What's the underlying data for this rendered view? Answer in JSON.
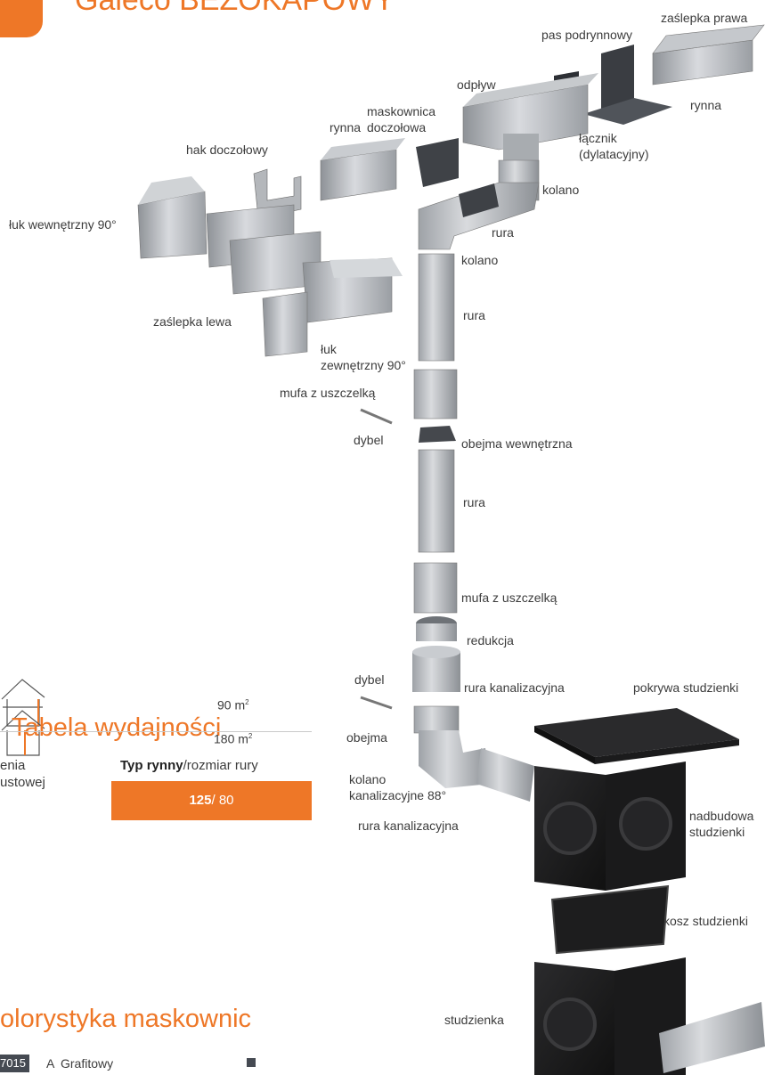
{
  "header": {
    "title": "Galeco BEZOKAPOWY"
  },
  "labels": {
    "zaslepka_prawa": "zaślepka prawa",
    "pas_podrynnowy": "pas podrynnowy",
    "rynna_right": "rynna",
    "odplyw": "odpływ",
    "lacznik_1": "łącznik",
    "lacznik_2": "(dylatacyjny)",
    "maskownica_1": "maskownica",
    "maskownica_2": "doczołowa",
    "rynna_mid": "rynna",
    "hak": "hak doczołowy",
    "kolano_top": "kolano",
    "luk_wewn": "łuk wewnętrzny 90°",
    "rura_1": "rura",
    "kolano_2": "kolano",
    "rura_2": "rura",
    "zaslepka_lewa": "zaślepka lewa",
    "luk_zewn_1": "łuk",
    "luk_zewn_2": "zewnętrzny 90°",
    "mufa_1": "mufa z uszczelką",
    "dybel_1": "dybel",
    "obejma_wewn": "obejma wewnętrzna",
    "rura_3": "rura",
    "mufa_2": "mufa z uszczelką",
    "redukcja": "redukcja",
    "dybel_2": "dybel",
    "rura_kan_1": "rura kanalizacyjna",
    "pokrywa": "pokrywa studzienki",
    "obejma": "obejma",
    "kolano_kan_1": "kolano",
    "kolano_kan_2": "kanalizacyjne 88°",
    "rura_kan_2": "rura kanalizacyjna",
    "nadbudowa_1": "nadbudowa",
    "nadbudowa_2": "studzienki",
    "kosz": "kosz studzienki",
    "studzienka": "studzienka"
  },
  "table": {
    "title": "Tabela wydajności",
    "col1_line1": "enia",
    "col1_line2": "ustowej",
    "col2_bold": "Typ rynny",
    "col2_rest": "/rozmiar rury",
    "size_bold": "125",
    "size_rest": "/ 80",
    "row1_value": "90 m",
    "row1_sup": "2",
    "row2_value": "180 m",
    "row2_sup": "2"
  },
  "colors_section": {
    "title": "olorystyka maskownic",
    "code": "7015",
    "letter": "A",
    "name": "Grafitowy"
  },
  "colors": {
    "accent": "#ee7727",
    "graphite": "#454a52",
    "text": "#3c3c3c"
  }
}
